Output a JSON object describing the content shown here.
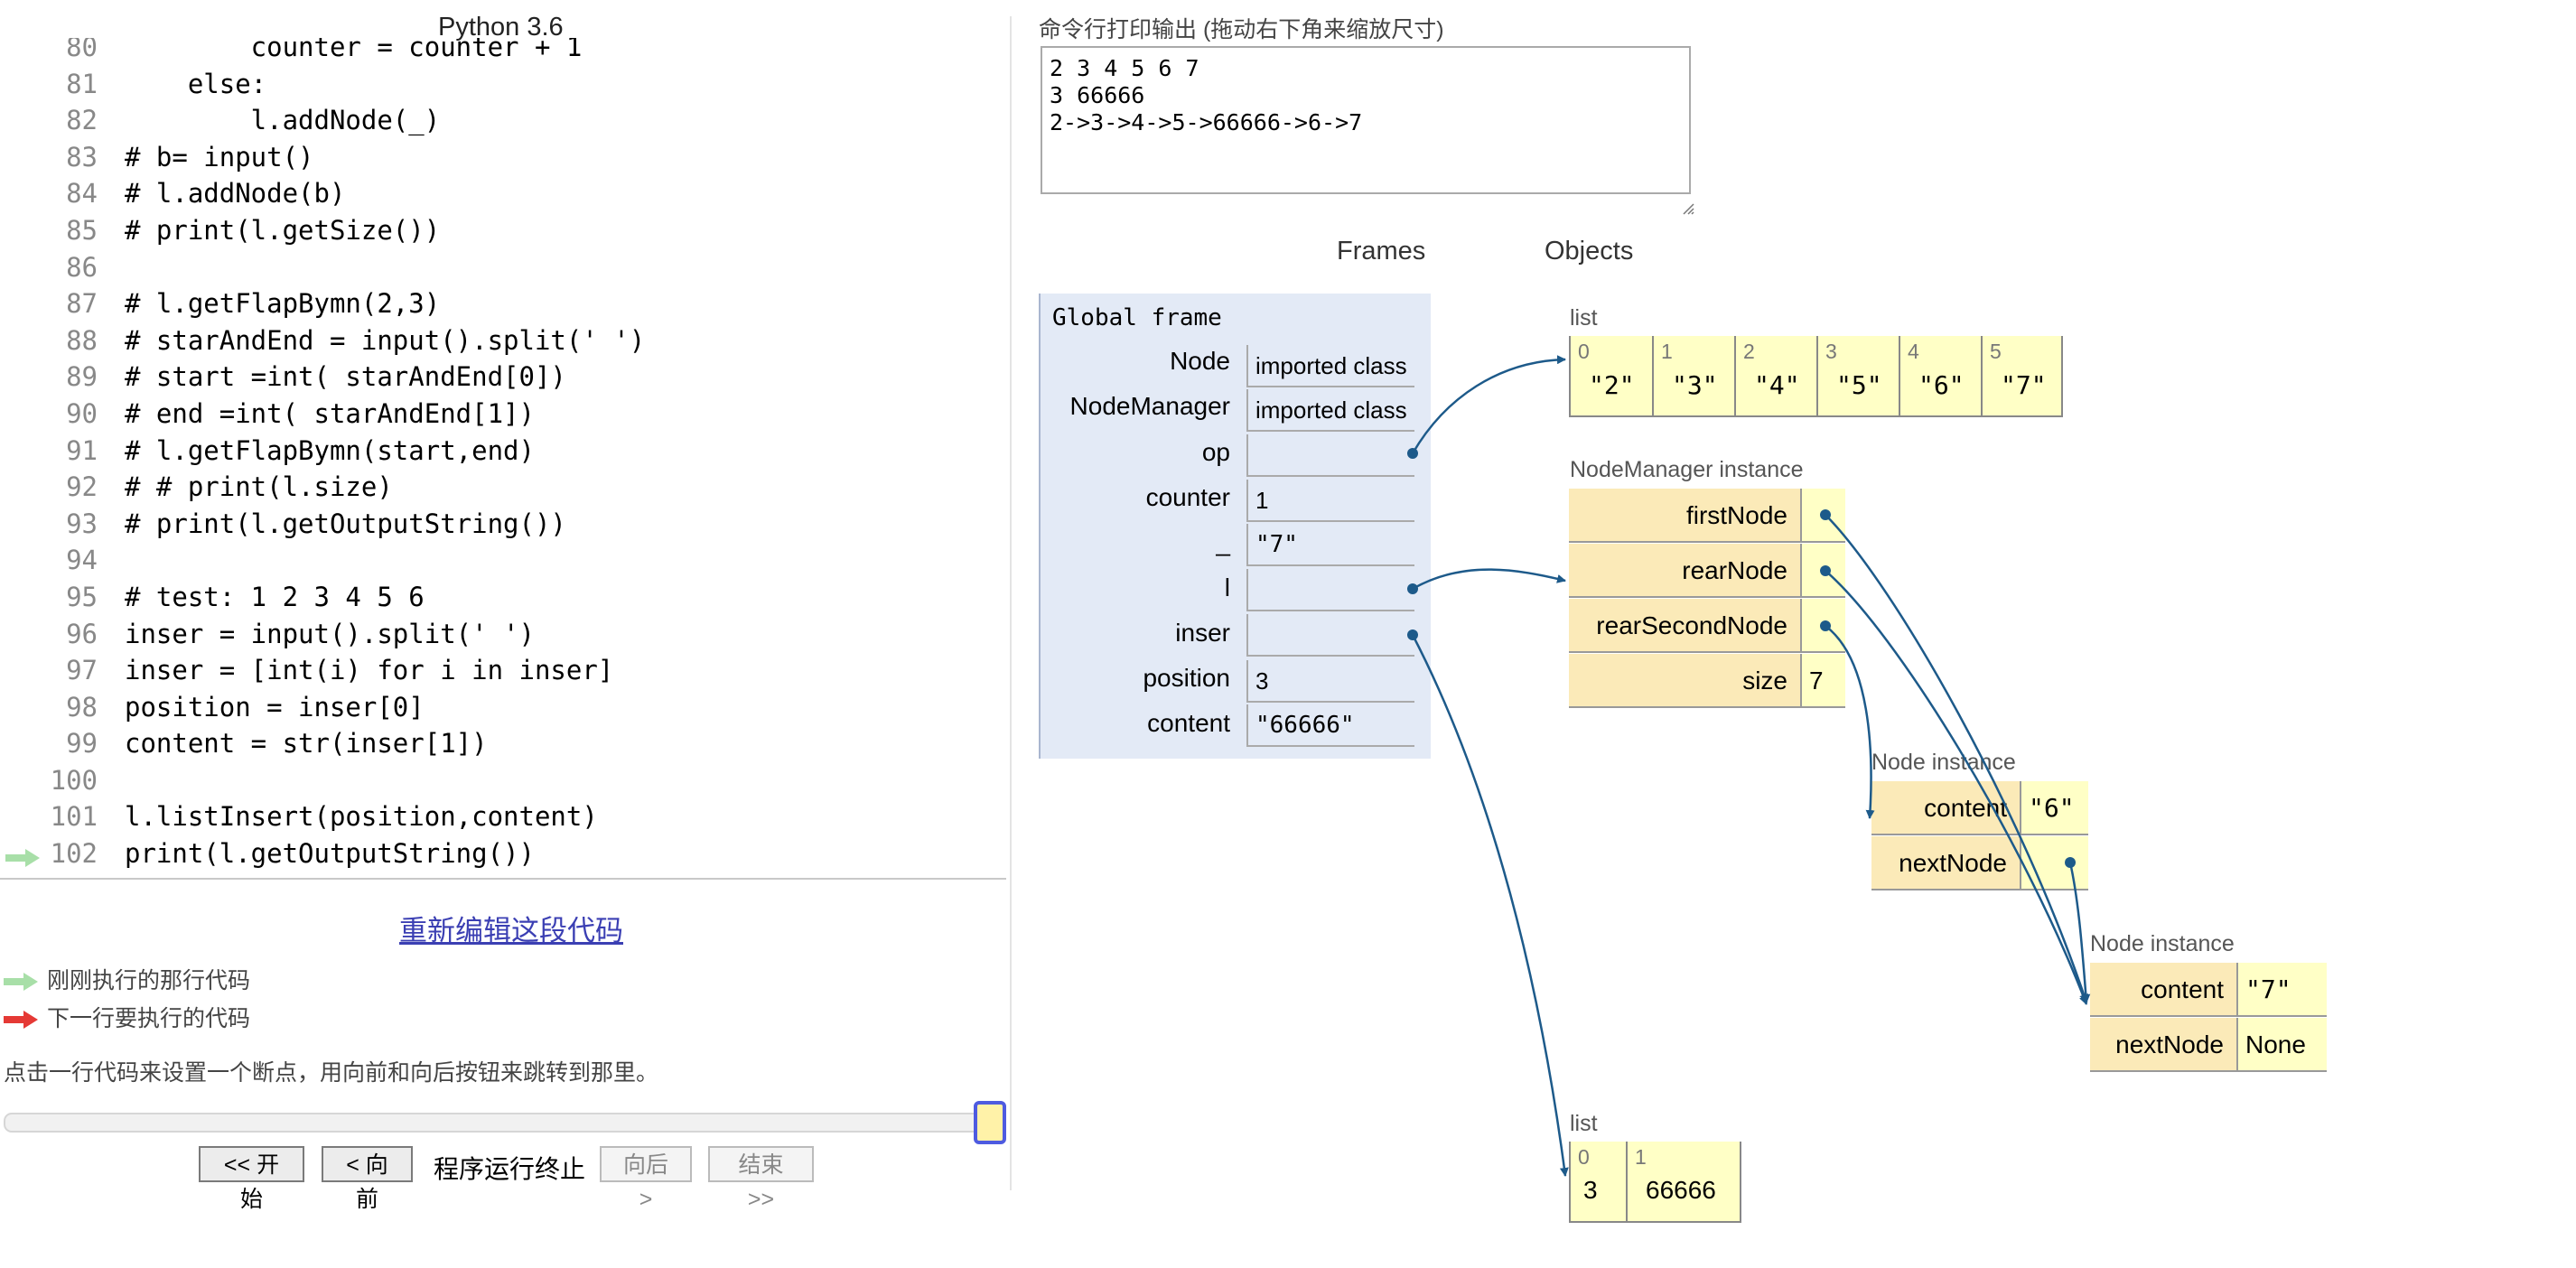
{
  "language_label": "Python 3.6",
  "code_lines": [
    {
      "num": "80",
      "text": "        counter = counter + 1"
    },
    {
      "num": "81",
      "text": "    else:"
    },
    {
      "num": "82",
      "text": "        l.addNode(_)"
    },
    {
      "num": "83",
      "text": "# b= input()"
    },
    {
      "num": "84",
      "text": "# l.addNode(b)"
    },
    {
      "num": "85",
      "text": "# print(l.getSize())"
    },
    {
      "num": "86",
      "text": ""
    },
    {
      "num": "87",
      "text": "# l.getFlapBymn(2,3)"
    },
    {
      "num": "88",
      "text": "# starAndEnd = input().split(' ')"
    },
    {
      "num": "89",
      "text": "# start =int( starAndEnd[0])"
    },
    {
      "num": "90",
      "text": "# end =int( starAndEnd[1])"
    },
    {
      "num": "91",
      "text": "# l.getFlapBymn(start,end)"
    },
    {
      "num": "92",
      "text": "# # print(l.size)"
    },
    {
      "num": "93",
      "text": "# print(l.getOutputString())"
    },
    {
      "num": "94",
      "text": ""
    },
    {
      "num": "95",
      "text": "# test: 1 2 3 4 5 6"
    },
    {
      "num": "96",
      "text": "inser = input().split(' ')"
    },
    {
      "num": "97",
      "text": "inser = [int(i) for i in inser]"
    },
    {
      "num": "98",
      "text": "position = inser[0]"
    },
    {
      "num": "99",
      "text": "content = str(inser[1])"
    },
    {
      "num": "100",
      "text": ""
    },
    {
      "num": "101",
      "text": "l.listInsert(position,content)"
    },
    {
      "num": "102",
      "text": "print(l.getOutputString())"
    }
  ],
  "edit_link": "重新编辑这段代码",
  "legend": {
    "just_executed": "刚刚执行的那行代码",
    "next_line": "下一行要执行的代码"
  },
  "hint": "点击一行代码来设置一个断点，用向前和向后按钮来跳转到那里。",
  "nav": {
    "first": "<< 开始",
    "back": "< 向前",
    "status": "程序运行终止",
    "forward": "向后 >",
    "last": "结束 >>"
  },
  "output": {
    "label": "命令行打印输出 (拖动右下角来缩放尺寸)",
    "text": "2 3 4 5 6 7\n3 66666\n2->3->4->5->66666->6->7"
  },
  "headers": {
    "frames": "Frames",
    "objects": "Objects"
  },
  "global_frame": {
    "title": "Global frame",
    "vars": [
      {
        "name": "Node",
        "value": "imported class"
      },
      {
        "name": "NodeManager",
        "value": "imported class"
      },
      {
        "name": "op",
        "value": ""
      },
      {
        "name": "counter",
        "value": "1"
      },
      {
        "name": "_",
        "value": "\"7\""
      },
      {
        "name": "l",
        "value": ""
      },
      {
        "name": "inser",
        "value": ""
      },
      {
        "name": "position",
        "value": "3"
      },
      {
        "name": "content",
        "value": "\"66666\""
      }
    ]
  },
  "objects": {
    "list1": {
      "label": "list",
      "items": [
        {
          "idx": "0",
          "val": "\"2\""
        },
        {
          "idx": "1",
          "val": "\"3\""
        },
        {
          "idx": "2",
          "val": "\"4\""
        },
        {
          "idx": "3",
          "val": "\"5\""
        },
        {
          "idx": "4",
          "val": "\"6\""
        },
        {
          "idx": "5",
          "val": "\"7\""
        }
      ]
    },
    "node_manager": {
      "label": "NodeManager instance",
      "fields": [
        {
          "key": "firstNode",
          "value": ""
        },
        {
          "key": "rearNode",
          "value": ""
        },
        {
          "key": "rearSecondNode",
          "value": ""
        },
        {
          "key": "size",
          "value": "7"
        }
      ]
    },
    "node6": {
      "label": "Node instance",
      "fields": [
        {
          "key": "content",
          "value": "\"6\""
        },
        {
          "key": "nextNode",
          "value": ""
        }
      ]
    },
    "node7": {
      "label": "Node instance",
      "fields": [
        {
          "key": "content",
          "value": "\"7\""
        },
        {
          "key": "nextNode",
          "value": "None"
        }
      ]
    },
    "list2": {
      "label": "list",
      "items": [
        {
          "idx": "0",
          "val": "3"
        },
        {
          "idx": "1",
          "val": "66666"
        }
      ]
    }
  },
  "colors": {
    "pointer": "#1d5a8a",
    "just_executed_arrow": "#a8dfa8",
    "next_line_arrow": "#e53935",
    "frame_bg": "#e3eaf6",
    "object_bg": "#ffffc6"
  }
}
